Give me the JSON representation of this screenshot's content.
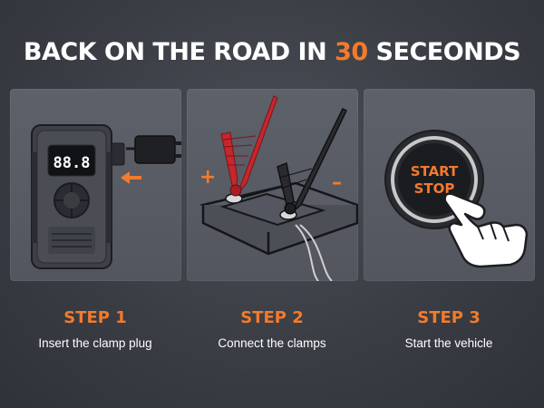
{
  "headline": {
    "prefix": "BACK ON THE ROAD IN ",
    "highlight": "30",
    "suffix": " SECEONDS"
  },
  "device": {
    "display_digits": "88.8",
    "plus_sign": "+",
    "minus_sign": "–"
  },
  "start_button": {
    "line1": "START",
    "line2": "STOP"
  },
  "steps": [
    {
      "title": "STEP 1",
      "description": "Insert the clamp plug"
    },
    {
      "title": "STEP 2",
      "description": "Connect the clamps"
    },
    {
      "title": "STEP 3",
      "description": "Start the vehicle"
    }
  ],
  "colors": {
    "accent": "#f47a2c",
    "clamp_red": "#c4272d",
    "panel": "#5a5d65"
  }
}
